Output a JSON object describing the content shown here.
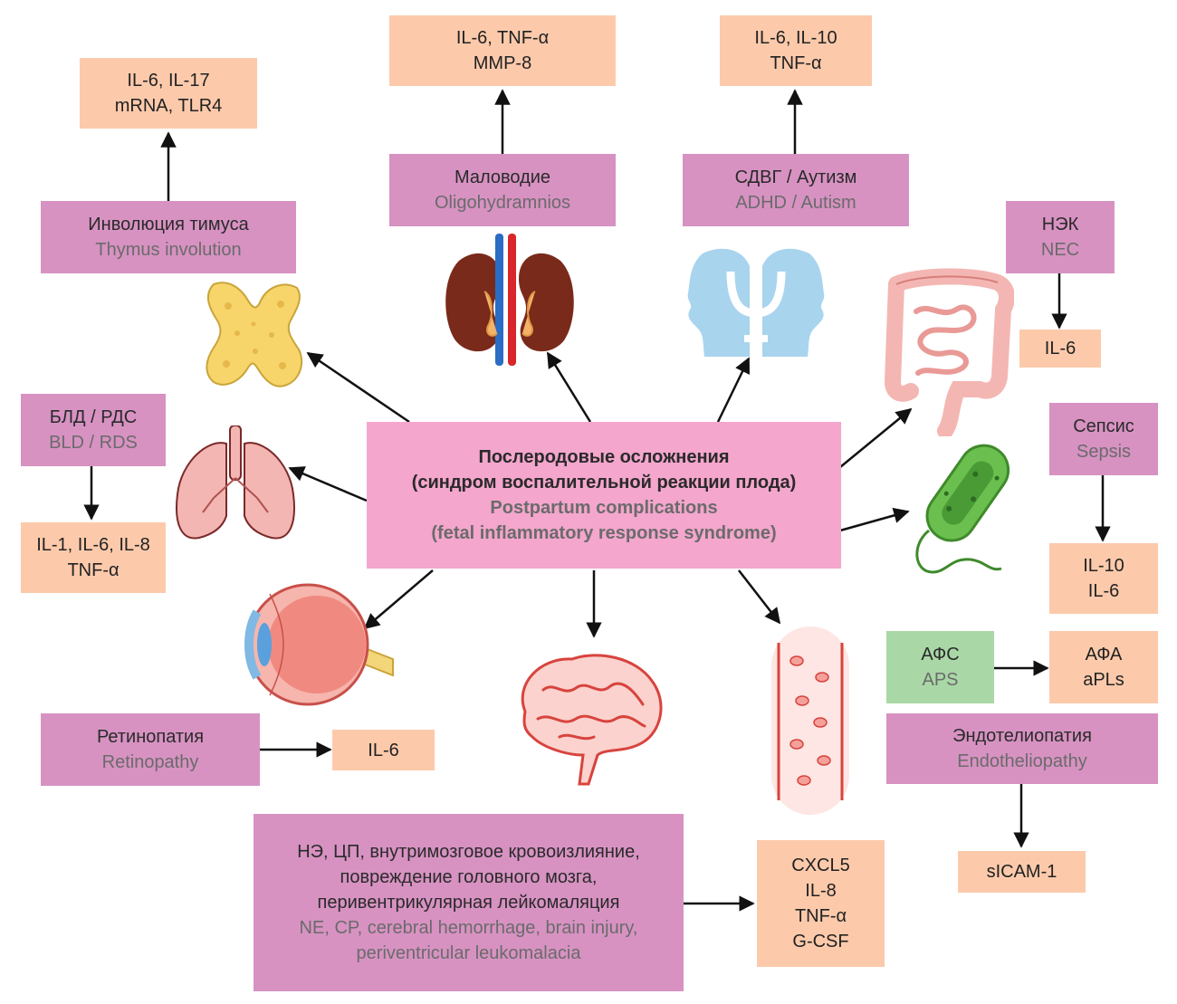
{
  "center": {
    "ru1": "Послеродовые осложнения",
    "ru2": "(синдром воспалительной реакции плода)",
    "en1": "Postpartum complications",
    "en2": "(fetal inflammatory response syndrome)"
  },
  "thymus": {
    "ru": "Инволюция тимуса",
    "en": "Thymus involution",
    "markers": [
      "IL-6, IL-17",
      "mRNA, TLR4"
    ]
  },
  "oligo": {
    "ru": "Маловодие",
    "en": "Oligohydramnios",
    "markers": [
      "IL-6, TNF-α",
      "MMP-8"
    ]
  },
  "adhd": {
    "ru": "СДВГ / Аутизм",
    "en": "ADHD / Autism",
    "markers": [
      "IL-6, IL-10",
      "TNF-α"
    ]
  },
  "nec": {
    "ru": "НЭК",
    "en": "NEC",
    "markers": [
      "IL-6"
    ]
  },
  "bld": {
    "ru": "БЛД / РДС",
    "en": "BLD / RDS",
    "markers": [
      "IL-1, IL-6, IL-8",
      "TNF-α"
    ]
  },
  "sepsis": {
    "ru": "Сепсис",
    "en": "Sepsis",
    "markers": [
      "IL-10",
      "IL-6"
    ]
  },
  "aps": {
    "ru": "АФС",
    "en": "APS",
    "markers": [
      "АФА",
      "aPLs"
    ]
  },
  "endo": {
    "ru": "Эндотелиопатия",
    "en": "Endotheliopathy",
    "markers": [
      "sICAM-1"
    ]
  },
  "retino": {
    "ru": "Ретинопатия",
    "en": "Retinopathy",
    "markers": [
      "IL-6"
    ]
  },
  "brain": {
    "ru": [
      "НЭ, ЦП, внутримозговое кровоизлияние,",
      "повреждение головного мозга,",
      "перивентрикулярная лейкомаляция"
    ],
    "en": [
      "NE, CP, cerebral hemorrhage, brain injury,",
      "periventricular leukomalacia"
    ],
    "markers": [
      "CXCL5",
      "IL-8",
      "TNF-α",
      "G-CSF"
    ]
  },
  "colors": {
    "purple": "#d792c2",
    "peach": "#fccaab",
    "green": "#a9d8a6",
    "center": "#f4a6cd"
  }
}
